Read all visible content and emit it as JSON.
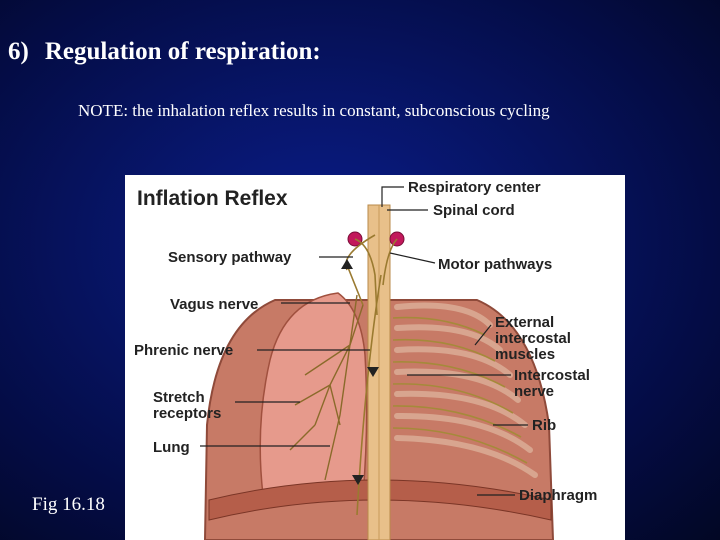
{
  "slide": {
    "number": "6)",
    "title": "Regulation of respiration:",
    "note": "NOTE: the inhalation reflex results in constant, subconscious cycling",
    "caption": "Fig 16.18"
  },
  "figure": {
    "title": "Inflation Reflex",
    "labels": {
      "respiratory_center": "Respiratory center",
      "spinal_cord": "Spinal cord",
      "sensory_pathway": "Sensory pathway",
      "motor_pathways": "Motor pathways",
      "vagus_nerve": "Vagus nerve",
      "external_intercostal_1": "External",
      "external_intercostal_2": "intercostal",
      "external_intercostal_3": "muscles",
      "phrenic_nerve": "Phrenic nerve",
      "intercostal_nerve_1": "Intercostal",
      "intercostal_nerve_2": "nerve",
      "stretch_receptors_1": "Stretch",
      "stretch_receptors_2": "receptors",
      "rib": "Rib",
      "lung": "Lung",
      "diaphragm": "Diaphragm"
    }
  }
}
